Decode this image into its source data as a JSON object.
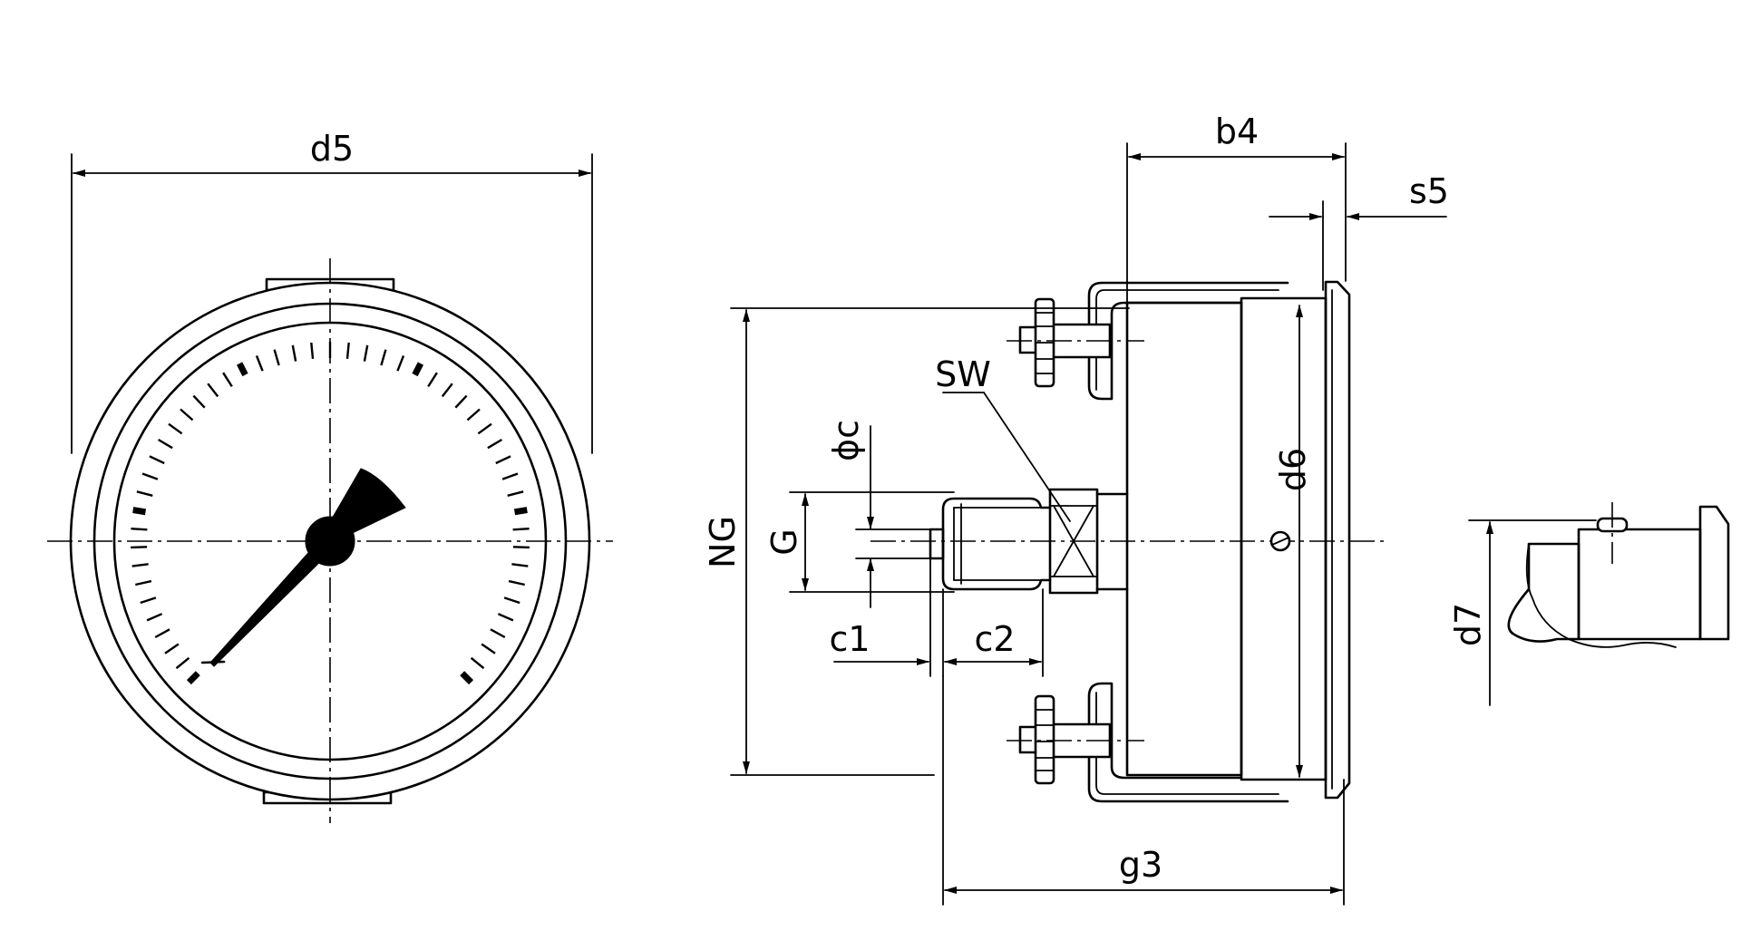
{
  "labels": {
    "d5": "d5",
    "b4": "b4",
    "s5": "s5",
    "sw": "SW",
    "phi_c": "ϕc",
    "ng": "NG",
    "g": "G",
    "d6": "d6",
    "c1": "c1",
    "c2": "c2",
    "g3": "g3",
    "d7": "d7"
  }
}
